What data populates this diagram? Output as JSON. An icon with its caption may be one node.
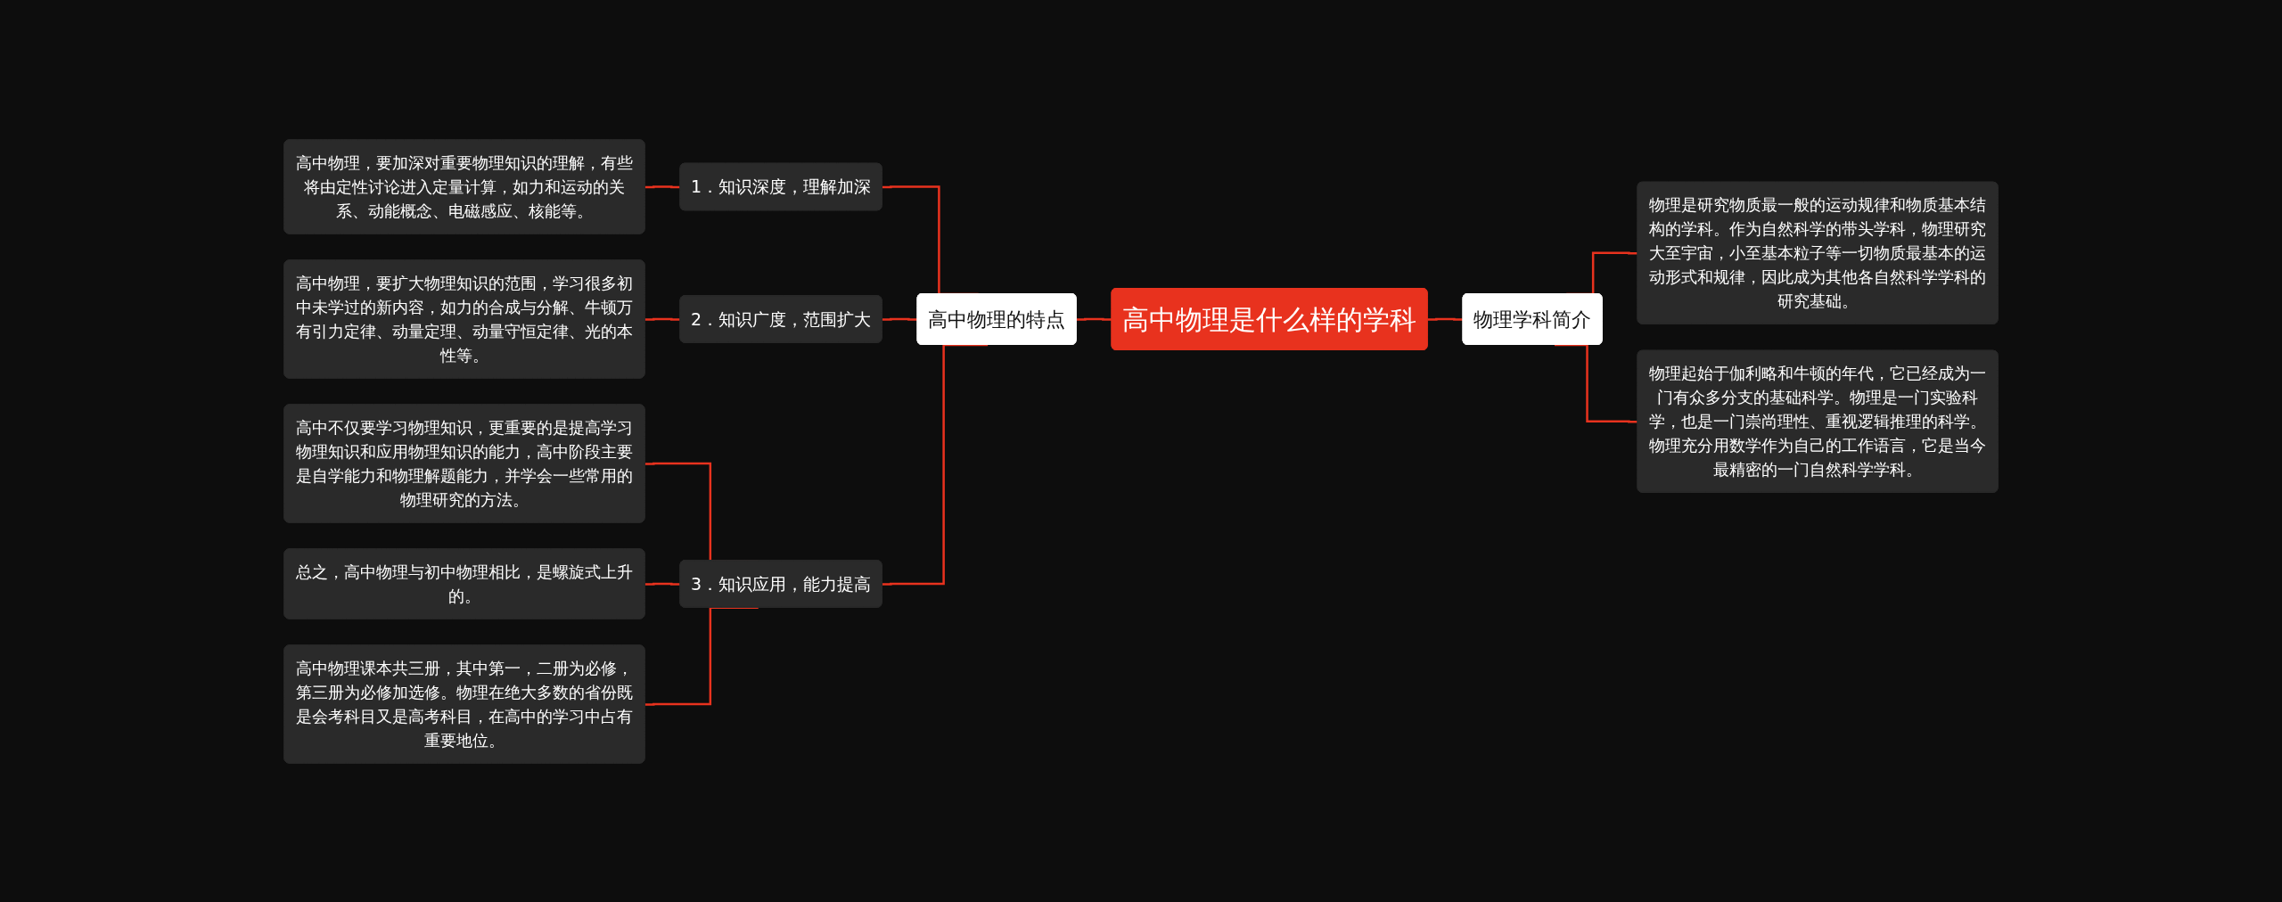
{
  "diagram": {
    "nodes": [
      {
        "text": [
          "高中物理是什么样的学科"
        ]
      },
      {
        "text": [
          "高中物理的特点"
        ]
      },
      {
        "text": [
          "1．知识深度，理解加深"
        ]
      },
      {
        "text": [
          "高中物理，要加深对重要物理知识的理解，有些将由定性讨论进入定量计算，如力和运动的关系、动能概念、电磁感应、核能等。"
        ]
      },
      {
        "text": [
          "2．知识广度，范围扩大"
        ]
      },
      {
        "text": [
          "高中物理，要扩大物理知识的范围，学习很多初中未学过的新内容，如力的合成与分解、牛顿万有引力定律、动量定理、动量守恒定律、光的本性等。"
        ]
      },
      {
        "text": [
          "3．知识应用，能力提高"
        ]
      },
      {
        "text": [
          "高中不仅要学习物理知识，更重要的是提高学习物理知识和应用物理知识的能力，高中阶段主要是自学能力和物理解题能力，并学会一些常用的物理研究的方法。"
        ]
      },
      {
        "text": [
          "总之，高中物理与初中物理相比，是螺旋式上升的。"
        ]
      },
      {
        "text": [
          "高中物理课本共三册，其中第一，二册为必修，第三册为必修加选修。物理在绝大多数的省份既是会考科目又是高考科目，在高中的学习中占有重要地位。"
        ]
      },
      {
        "text": [
          "物理学科简介"
        ]
      },
      {
        "text": [
          "物理是研究物质最一般的运动规律和物质基本结构的学科。作为自然科学的带头学科，物理研究大至宇宙，小至基本粒子等一切物质最基本的运动形式和规律，因此成为其他各自然科学学科的研究基础。"
        ]
      },
      {
        "text": [
          "物理起始于伽利略和牛顿的年代，它已经成为一门有众多分支的基础科学。物理是一门实验科学，也是一门崇尚理性、重视逻辑推理的科学。物理充分用数学作为自己的工作语言，它是当今最精密的一门自然科学学科。"
        ]
      }
    ],
    "edges": [
      {
        "from": 3,
        "to": 2,
        "arrow": "none"
      },
      {
        "from": 5,
        "to": 4,
        "arrow": "none"
      },
      {
        "from": 7,
        "to": 6,
        "arrow": "none"
      },
      {
        "from": 8,
        "to": 6,
        "arrow": "none"
      },
      {
        "from": 9,
        "to": 6,
        "arrow": "none"
      },
      {
        "from": 2,
        "to": 1,
        "arrow": "none"
      },
      {
        "from": 4,
        "to": 1,
        "arrow": "none"
      },
      {
        "from": 6,
        "to": 1,
        "arrow": "none"
      },
      {
        "from": 1,
        "to": 0,
        "arrow": "none"
      },
      {
        "from": 0,
        "to": 10,
        "arrow": "none"
      },
      {
        "from": 10,
        "to": 11,
        "arrow": "none"
      },
      {
        "from": 10,
        "to": 12,
        "arrow": "none"
      }
    ]
  }
}
